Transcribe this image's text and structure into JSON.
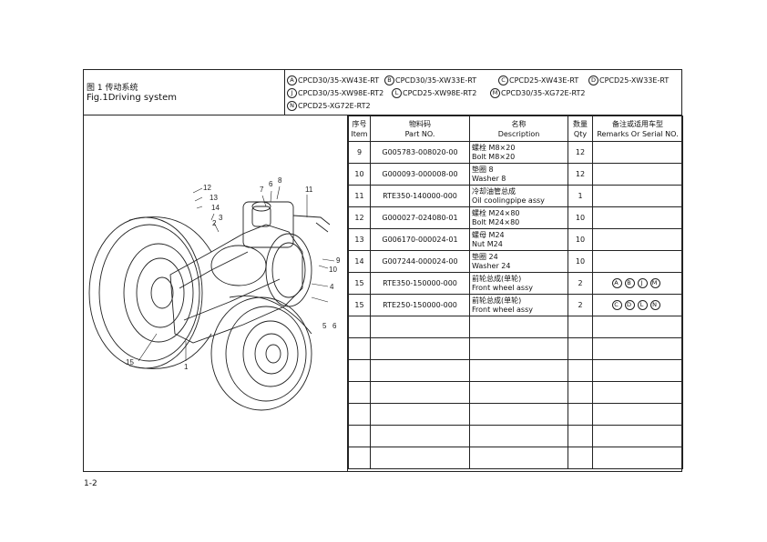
{
  "header": {
    "figure_title_cn": "图 1    传动系统",
    "figure_title_en": "Fig.1Driving system",
    "models": [
      {
        "code": "A",
        "name": "CPCD30/35-XW43E-RT"
      },
      {
        "code": "B",
        "name": "CPCD30/35-XW33E-RT"
      },
      {
        "code": "C",
        "name": "CPCD25-XW43E-RT"
      },
      {
        "code": "D",
        "name": "CPCD25-XW33E-RT"
      },
      {
        "code": "J",
        "name": "CPCD30/35-XW98E-RT2"
      },
      {
        "code": "L",
        "name": "CPCD25-XW98E-RT2"
      },
      {
        "code": "M",
        "name": "CPCD30/35-XG72E-RT2"
      },
      {
        "code": "N",
        "name": "CPCD25-XG72E-RT2"
      }
    ]
  },
  "table": {
    "headers": {
      "item_cn": "序号",
      "item_en": "Item",
      "part_cn": "物料码",
      "part_en": "Part NO.",
      "desc_cn": "名称",
      "desc_en": "Description",
      "qty_cn": "数量",
      "qty_en": "Qty",
      "rem_cn": "备注或适用车型",
      "rem_en": "Remarks Or Serial NO."
    },
    "rows": [
      {
        "item": "9",
        "part": "G005783-008020-00",
        "desc_cn": "螺栓  M8×20",
        "desc_en": "Bolt M8×20",
        "qty": "12",
        "rem": []
      },
      {
        "item": "10",
        "part": "G000093-000008-00",
        "desc_cn": "垫圈  8",
        "desc_en": "Washer 8",
        "qty": "12",
        "rem": []
      },
      {
        "item": "11",
        "part": "RTE350-140000-000",
        "desc_cn": "冷却油管总成",
        "desc_en": "Oil coolingpipe assy",
        "qty": "1",
        "rem": []
      },
      {
        "item": "12",
        "part": "G000027-024080-01",
        "desc_cn": "螺栓  M24×80",
        "desc_en": "Bolt M24×80",
        "qty": "10",
        "rem": []
      },
      {
        "item": "13",
        "part": "G006170-000024-01",
        "desc_cn": "螺母 M24",
        "desc_en": "Nut M24",
        "qty": "10",
        "rem": []
      },
      {
        "item": "14",
        "part": "G007244-000024-00",
        "desc_cn": "垫圈  24",
        "desc_en": "Washer 24",
        "qty": "10",
        "rem": []
      },
      {
        "item": "15",
        "part": "RTE350-150000-000",
        "desc_cn": "前轮总成(单轮)",
        "desc_en": "Front wheel assy",
        "qty": "2",
        "rem": [
          "A",
          "B",
          "J",
          "M"
        ]
      },
      {
        "item": "15",
        "part": "RTE250-150000-000",
        "desc_cn": "前轮总成(单轮)",
        "desc_en": "Front wheel assy",
        "qty": "2",
        "rem": [
          "C",
          "D",
          "L",
          "N"
        ]
      }
    ],
    "empty_rows": 7
  },
  "callouts": [
    "12",
    "13",
    "14",
    "3",
    "2",
    "7",
    "6",
    "8",
    "11",
    "9",
    "10",
    "4",
    "5",
    "6",
    "15",
    "1"
  ],
  "page_number": "1-2"
}
